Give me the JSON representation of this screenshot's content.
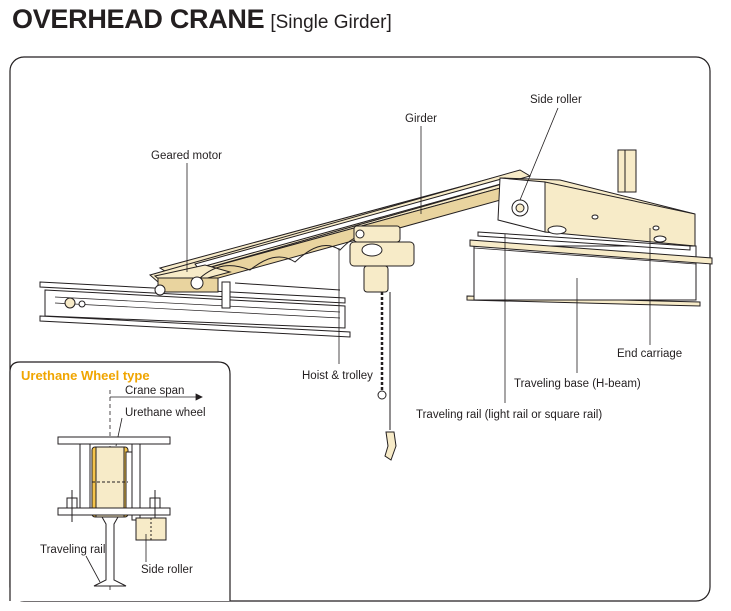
{
  "title": {
    "main": "OVERHEAD CRANE",
    "sub": "[Single Girder]"
  },
  "labels": {
    "side_roller": "Side roller",
    "girder": "Girder",
    "geared_motor": "Geared motor",
    "hoist_trolley": "Hoist & trolley",
    "end_carriage": "End carriage",
    "traveling_base": "Traveling base (H-beam)",
    "traveling_rail": "Traveling rail (light rail or square rail)"
  },
  "inset": {
    "title": "Urethane Wheel type",
    "crane_span": "Crane span",
    "urethane_wheel": "Urethane wheel",
    "traveling_rail": "Traveling rail",
    "side_roller": "Side roller"
  },
  "colors": {
    "accent": "#f0a500",
    "beam_fill": "#f7ebc8",
    "beam_dark": "#e9d49f",
    "wheel_fill": "#f5c44a",
    "outline": "#231f20"
  }
}
